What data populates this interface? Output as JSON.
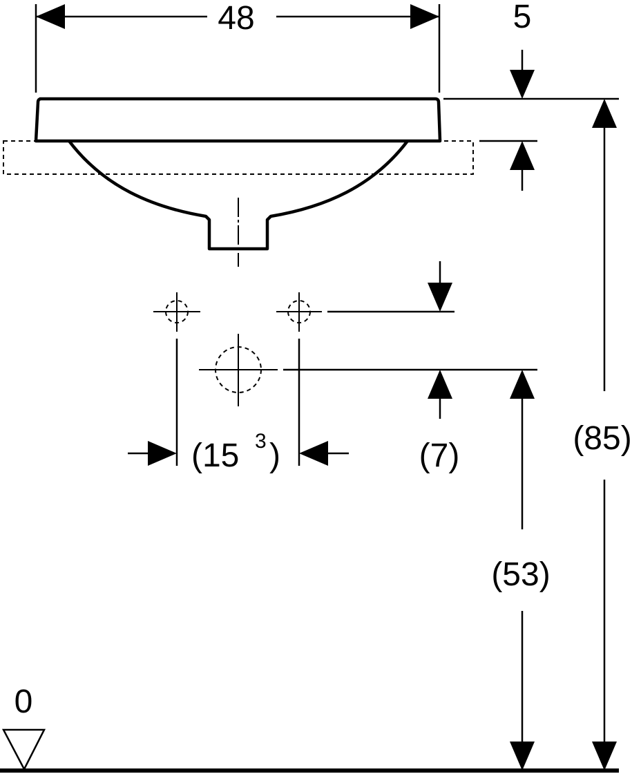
{
  "drawing": {
    "dims": {
      "width": "48",
      "rim_height": "5",
      "hole_spacing": "(15",
      "hole_spacing_sup": "3",
      "hole_spacing_close": ")",
      "tap_offset": "(7)",
      "total_height": "(85)",
      "waste_height": "(53)",
      "floor_level": "0"
    }
  }
}
